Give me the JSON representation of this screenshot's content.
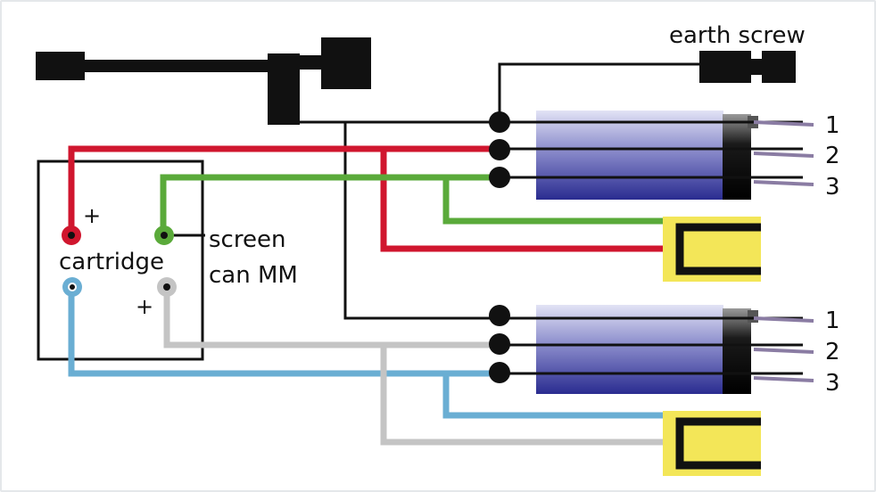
{
  "labels": {
    "earth_screw": "earth screw",
    "cartridge": "cartridge",
    "screen_line1": "screen",
    "screen_line2": "can MM",
    "plus_red": "+",
    "plus_grey": "+"
  },
  "plug_top": {
    "pin1": "1",
    "pin2": "2",
    "pin3": "3"
  },
  "plug_bottom": {
    "pin1": "1",
    "pin2": "2",
    "pin3": "3"
  },
  "colors": {
    "wire_black": "#111111",
    "wire_red": "#d0162e",
    "wire_green": "#5aaa3a",
    "wire_blue": "#6aaed3",
    "wire_grey": "#c4c4c4",
    "plug_blue_dark": "#2d2f94",
    "plug_blue_light": "#d8d9f2",
    "yellow": "#f3e658"
  }
}
